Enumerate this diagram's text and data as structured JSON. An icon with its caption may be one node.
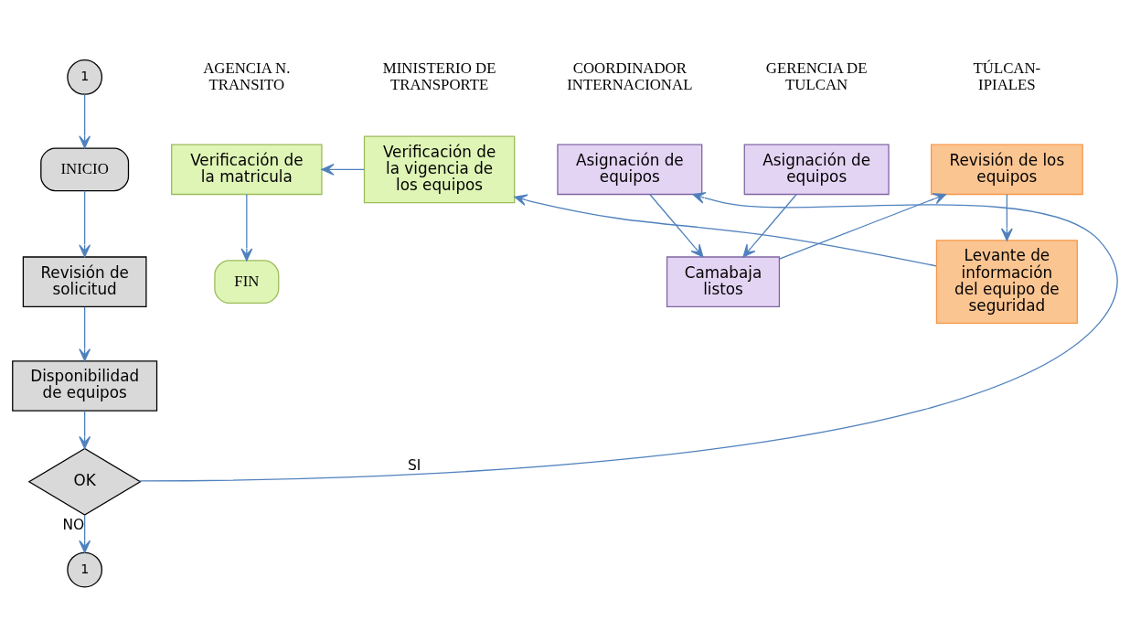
{
  "diagram": {
    "nodes": [
      {
        "text": [
          "1"
        ]
      },
      {
        "text": [
          "INICIO"
        ]
      },
      {
        "text": [
          "Revisión de solicitud"
        ]
      },
      {
        "text": [
          "Disponibilidad de equipos"
        ]
      },
      {
        "text": [
          "OK"
        ]
      },
      {
        "text": [
          "1"
        ]
      },
      {
        "text": [
          "Asignación de equipos"
        ]
      },
      {
        "text": [
          "Asignación de equipos"
        ]
      },
      {
        "text": [
          "Camabaja listos"
        ]
      },
      {
        "text": [
          "Revisión de los equipos"
        ]
      },
      {
        "text": [
          "Levante de información del equipo de seguridad"
        ]
      },
      {
        "text": [
          "Verificación de la vigencia de los equipos"
        ]
      },
      {
        "text": [
          "Verificación de la matricula"
        ]
      },
      {
        "text": [
          "FIN"
        ]
      }
    ],
    "edges": [
      {
        "from": 0,
        "to": 1,
        "arrow": "to"
      },
      {
        "from": 1,
        "to": 2,
        "arrow": "to"
      },
      {
        "from": 2,
        "to": 3,
        "arrow": "to"
      },
      {
        "from": 3,
        "to": 4,
        "arrow": "to"
      },
      {
        "from": 4,
        "to": 5,
        "arrow": "to",
        "label": "NO"
      },
      {
        "from": 4,
        "to": 6,
        "arrow": "to",
        "label": "SI"
      },
      {
        "from": 6,
        "to": 8,
        "arrow": "to"
      },
      {
        "from": 7,
        "to": 8,
        "arrow": "to"
      },
      {
        "from": 8,
        "to": 9,
        "arrow": "to"
      },
      {
        "from": 9,
        "to": 10,
        "arrow": "to"
      },
      {
        "from": 10,
        "to": 11,
        "arrow": "to"
      },
      {
        "from": 11,
        "to": 12,
        "arrow": "to"
      },
      {
        "from": 12,
        "to": 13,
        "arrow": "to"
      }
    ],
    "labels": [
      "COORDINADOR INTERNACIONAL",
      "GERENCIA DE TULCAN",
      "TÚLCAN- IPIALES",
      "MINISTERIO DE TRANSPORTE",
      "AGENCIA N. TRANSITO"
    ]
  }
}
